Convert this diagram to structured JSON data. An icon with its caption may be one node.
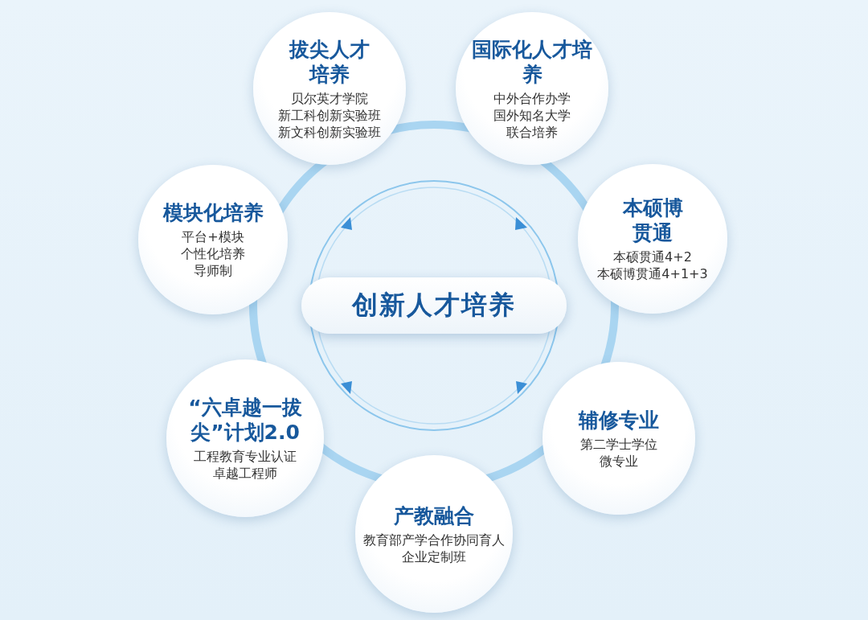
{
  "diagram": {
    "nodes": [
      {
        "text": [
          "创新人才培养"
        ]
      },
      {
        "text": [
          "拔尖人才培养",
          "贝尔英才学院",
          "新工科创新实验班",
          "新文科创新实验班"
        ]
      },
      {
        "text": [
          "国际化人才培养",
          "中外合作办学",
          "国外知名大学",
          "联合培养"
        ]
      },
      {
        "text": [
          "本硕博贯通",
          "本硕贯通4+2",
          "本硕博贯通4+1+3"
        ]
      },
      {
        "text": [
          "辅修专业",
          "第二学士学位",
          "微专业"
        ]
      },
      {
        "text": [
          "产教融合",
          "教育部产学合作协同育人",
          "企业定制班"
        ]
      },
      {
        "text": [
          "“六卓越一拔尖”计划2.0",
          "工程教育专业认证",
          "卓越工程师"
        ]
      },
      {
        "text": [
          "模块化培养",
          "平台+模块",
          "个性化培养",
          "导师制"
        ]
      }
    ]
  }
}
